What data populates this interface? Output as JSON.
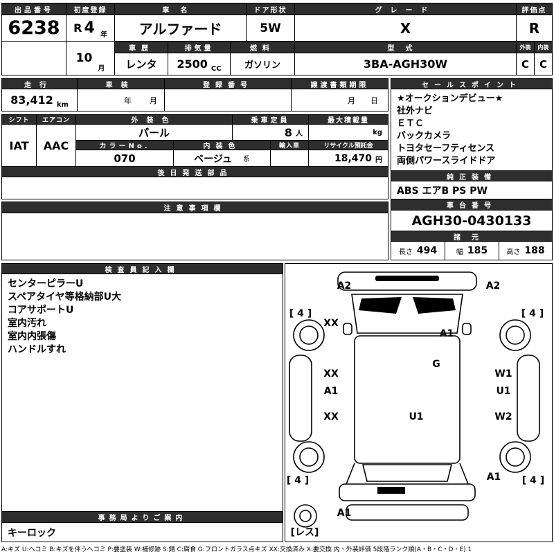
{
  "header": {
    "lot": {
      "label": "出品番号",
      "value": "6238"
    },
    "first_reg": {
      "label": "初度登録",
      "era": "R",
      "year": "4",
      "year_unit": "年",
      "month": "10",
      "month_unit": "月"
    },
    "car_name": {
      "label": "車名",
      "value": "アルファード"
    },
    "door": {
      "label": "ドア形状",
      "value": "5W"
    },
    "grade": {
      "label": "グレード",
      "value": "X"
    },
    "score": {
      "label": "評価点",
      "value": "R"
    },
    "history": {
      "label": "車歴",
      "value": "レンタ"
    },
    "displacement": {
      "label": "排気量",
      "value": "2500",
      "unit": "CC"
    },
    "fuel": {
      "label": "燃料",
      "value": "ガソリン"
    },
    "model_code": {
      "label": "型式",
      "value": "3BA-AGH30W"
    },
    "exterior": {
      "label": "外装",
      "value": "C"
    },
    "interior": {
      "label": "内装",
      "value": "C"
    }
  },
  "mileage": {
    "label": "走行",
    "value": "83,412",
    "unit": "km"
  },
  "shaken": {
    "label": "車検",
    "year_unit": "年",
    "month_unit": "月"
  },
  "reg_no": {
    "label": "登録番号"
  },
  "deadline": {
    "label": "譲渡書類期限",
    "month_unit": "月",
    "day_unit": "日"
  },
  "sales": {
    "label": "セールスポイント",
    "points": [
      "★オークションデビュー★",
      "社外ナビ",
      "ＥＴＣ",
      "バックカメラ",
      "トヨタセーフティセンス",
      "両側パワースライドドア"
    ]
  },
  "spec": {
    "shift": {
      "label": "シフト",
      "value": "IAT"
    },
    "aircon": {
      "label": "エアコン",
      "value": "AAC"
    },
    "ext_color": {
      "label": "外装色",
      "value": "パール"
    },
    "capacity": {
      "label": "乗車定員",
      "value": "8",
      "unit": "人"
    },
    "payload": {
      "label": "最大積載量",
      "unit": "kg"
    },
    "color_no": {
      "label": "カラーNo.",
      "value": "070"
    },
    "int_color": {
      "label": "内装色",
      "value": "ベージュ",
      "suffix": "系"
    },
    "import_car": {
      "label": "輸入車"
    },
    "recycle": {
      "label": "リサイクル預託金",
      "value": "18,470",
      "unit": "円"
    }
  },
  "later_parts": {
    "label": "後日発送部品"
  },
  "equipment": {
    "label": "純正装備",
    "value": "ABS エアB PS PW"
  },
  "notes": {
    "label": "注意事項欄"
  },
  "chassis": {
    "label": "車台番号",
    "value": "AGH30-0430133"
  },
  "dimensions": {
    "label": "諸元",
    "length_label": "長さ",
    "length": "494",
    "width_label": "幅",
    "width": "185",
    "height_label": "高さ",
    "height": "188"
  },
  "inspector": {
    "label": "検査員記入欄",
    "lines": [
      "センターピラーU",
      "スペアタイヤ等格納部U大",
      "コアサポートU",
      "室内汚れ",
      "室内内張傷",
      "ハンドルすれ"
    ]
  },
  "office": {
    "label": "事務局よりご案内",
    "value": "キーロック"
  },
  "diagram": {
    "labels": [
      {
        "text": "A2"
      },
      {
        "text": "A2"
      },
      {
        "text": "[ 4 ]"
      },
      {
        "text": "[ 4 ]"
      },
      {
        "text": "XX"
      },
      {
        "text": "A1"
      },
      {
        "text": "G"
      },
      {
        "text": "XX"
      },
      {
        "text": "W1"
      },
      {
        "text": "A1"
      },
      {
        "text": "U1"
      },
      {
        "text": "XX"
      },
      {
        "text": "U1"
      },
      {
        "text": "W2"
      },
      {
        "text": "A1"
      },
      {
        "text": "[ 4 ]"
      },
      {
        "text": "[ 4 ]"
      },
      {
        "text": "A1"
      },
      {
        "text": "[レス]"
      }
    ]
  },
  "legend": "A:キズ U:ヘコミ B:キズを伴うヘコミ P:要塗装 W:補修跡 S:錆 C:腐食 G:フロントガラス点キズ XX:交換済み X:要交換  内・外装評価 5段階ランク順(A・B・C・D・E) 1"
}
